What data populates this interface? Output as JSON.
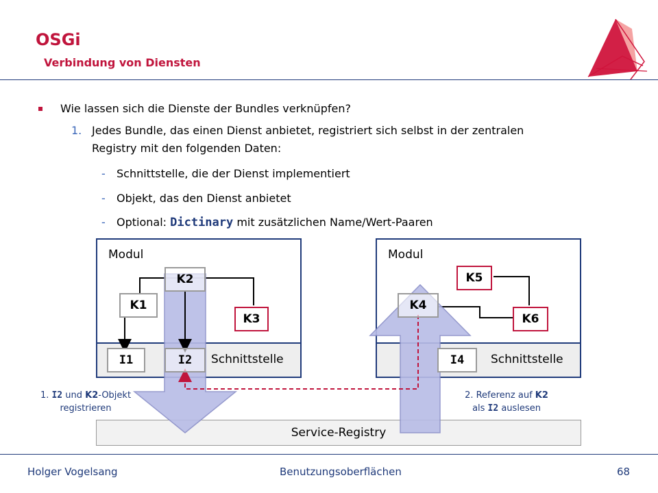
{
  "header": {
    "title": "OSGi",
    "subtitle": "Verbindung von Diensten"
  },
  "content": {
    "bullet1": "Wie lassen sich die Dienste der Bundles verknüpfen?",
    "item1_num": "1.",
    "item1_line1": "Jedes Bundle, das einen Dienst anbietet, registriert sich selbst in der zentralen",
    "item1_line2": "Registry mit den folgenden Daten:",
    "sub1": "Schnittstelle, die der Dienst implementiert",
    "sub2": "Objekt, das den Dienst anbietet",
    "sub3_pre": "Optional: ",
    "sub3_code": "Dictinary",
    "sub3_post": " mit zusätzlichen Name/Wert-Paaren",
    "dash": "-"
  },
  "diagram": {
    "left_module": {
      "label": "Modul",
      "interface_label": "Schnittstelle",
      "components": [
        "K1",
        "K2",
        "K3"
      ],
      "interfaces": [
        "I1",
        "I2"
      ]
    },
    "right_module": {
      "label": "Modul",
      "interface_label": "Schnittstelle",
      "components": [
        "K4",
        "K5",
        "K6"
      ],
      "interfaces": [
        "I4"
      ]
    },
    "caption_left": {
      "p1": "1. ",
      "code": "I2",
      "p2": " und ",
      "bold": "K2",
      "p3": "-Objekt",
      "line2": "registrieren"
    },
    "caption_right": {
      "p1": "2. Referenz auf ",
      "bold": "K2",
      "line2_pre": "als ",
      "code": "I2",
      "line2_post": " auslesen"
    },
    "registry_label": "Service-Registry",
    "colors": {
      "accent": "#c0143c",
      "navy": "#1f3a7a",
      "arrow_fill": "#b8bce6",
      "dashed_link": "#c0143c"
    }
  },
  "footer": {
    "author": "Holger Vogelsang",
    "course": "Benutzungsoberflächen",
    "page": "68"
  },
  "icons": {
    "logo": "red-sail-triangle-logo"
  }
}
